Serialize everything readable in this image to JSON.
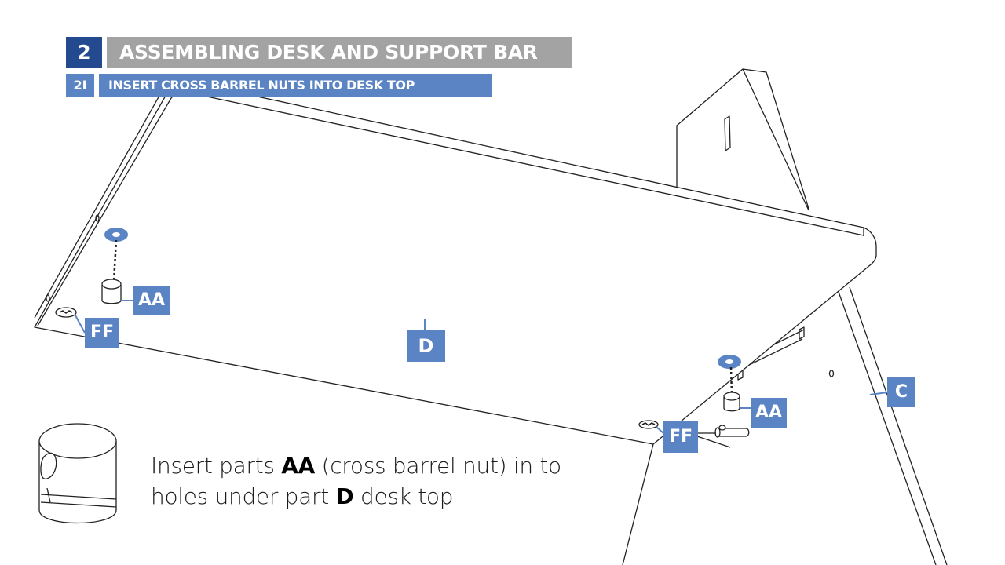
{
  "header": {
    "step_number": "2",
    "step_title": "ASSEMBLING DESK AND SUPPORT BAR",
    "substep_number": "2I",
    "substep_title": "INSERT  CROSS BARREL NUTS INTO DESK TOP"
  },
  "diagram_labels": {
    "aa_left": "AA",
    "ff_left": "FF",
    "desk_top": "D",
    "side_panel": "C",
    "aa_right": "AA",
    "ff_right": "FF"
  },
  "instruction": {
    "part1": "Insert parts ",
    "bold1": "AA",
    "part2": " (cross barrel nut) in to",
    "part3": "holes under part ",
    "bold2": "D",
    "part4": " desk top"
  },
  "colors": {
    "step_number_bg": "#234a8e",
    "step_title_bg": "#a3a3a3",
    "label_blue": "#5b84c4",
    "line_art": "#222222"
  },
  "icons": [
    "cross-barrel-nut-icon",
    "desk-top-drawing",
    "side-panel-drawing"
  ]
}
